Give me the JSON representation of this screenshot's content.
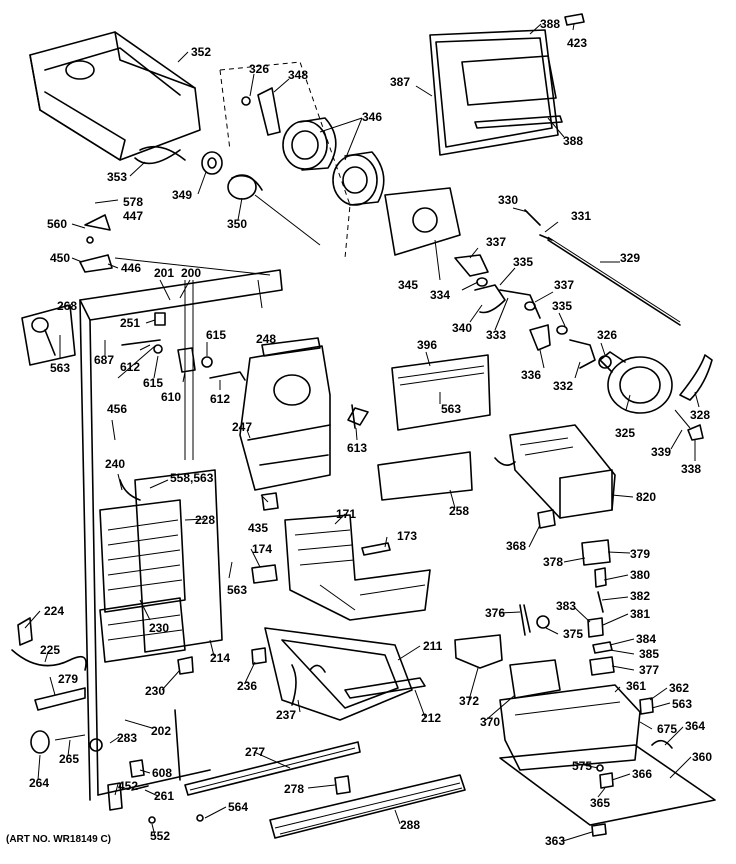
{
  "labels": [
    "352",
    "326",
    "348",
    "388",
    "423",
    "387",
    "388",
    "346",
    "353",
    "349",
    "578",
    "447",
    "350",
    "560",
    "330",
    "331",
    "450",
    "446",
    "201",
    "200",
    "337",
    "335",
    "329",
    "345",
    "268",
    "334",
    "251",
    "615",
    "248",
    "337",
    "340",
    "333",
    "335",
    "687",
    "612",
    "326",
    "563",
    "615",
    "610",
    "396",
    "612",
    "336",
    "332",
    "328",
    "563",
    "456",
    "613",
    "247",
    "325",
    "339",
    "338",
    "240",
    "558,563",
    "820",
    "228",
    "258",
    "171",
    "435",
    "173",
    "368",
    "378",
    "379",
    "174",
    "563",
    "380",
    "382",
    "224",
    "376",
    "383",
    "381",
    "230",
    "375",
    "384",
    "225",
    "211",
    "214",
    "385",
    "377",
    "279",
    "230",
    "236",
    "372",
    "361",
    "362",
    "563",
    "237",
    "212",
    "370",
    "675",
    "364",
    "283",
    "202",
    "360",
    "277",
    "575",
    "366",
    "264",
    "265",
    "608",
    "365",
    "452",
    "278",
    "261",
    "564",
    "288",
    "552",
    "363"
  ],
  "art_number": "(ART NO. WR18149 C)"
}
